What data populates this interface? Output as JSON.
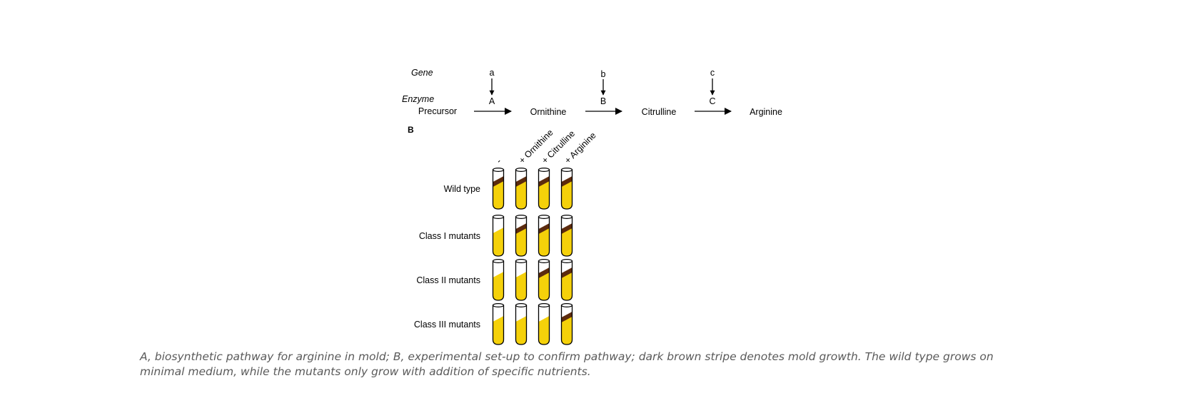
{
  "panel_b_label": "B",
  "row_headers": {
    "gene": "Gene",
    "enzyme": "Enzyme"
  },
  "genes": [
    "a",
    "b",
    "c"
  ],
  "enzymes": [
    "A",
    "B",
    "C"
  ],
  "pathway": [
    "Precursor",
    "Ornithine",
    "Citrulline",
    "Arginine"
  ],
  "tube_columns": [
    "-",
    "+ Ornithine",
    "+ Citrulline",
    "+ Arginine"
  ],
  "tube_rows": [
    {
      "label": "Wild type",
      "growth": [
        true,
        true,
        true,
        true
      ]
    },
    {
      "label": "Class I mutants",
      "growth": [
        false,
        true,
        true,
        true
      ]
    },
    {
      "label": "Class II mutants",
      "growth": [
        false,
        false,
        true,
        true
      ]
    },
    {
      "label": "Class III mutants",
      "growth": [
        false,
        false,
        false,
        true
      ]
    }
  ],
  "colors": {
    "medium": "#F5D10A",
    "growth": "#5C2B0E",
    "outline": "#000000",
    "caption": "#5a5a5a"
  },
  "caption": "A, biosynthetic pathway for arginine in mold; B, experimental set-up to confirm pathway; dark brown stripe denotes mold growth. The wild type grows on minimal medium, while the mutants only grow with addition of specific nutrients."
}
